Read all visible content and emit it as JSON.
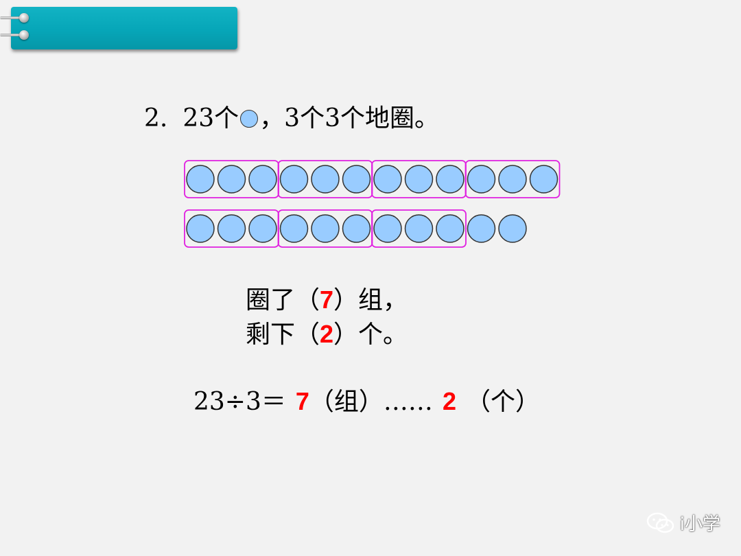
{
  "question": {
    "number": "2.",
    "text_before_icon": "23个",
    "text_after_icon": "，3个3个地圈。"
  },
  "diagram": {
    "total_circles": 23,
    "group_size": 3,
    "rows": [
      {
        "circles": 12,
        "groups": 4
      },
      {
        "circles": 11,
        "groups": 3
      }
    ],
    "colors": {
      "circle_fill": "#99ccff",
      "circle_stroke": "#333333",
      "group_border": "#e020e0"
    }
  },
  "answers": {
    "line1_prefix": "圈了（",
    "line1_value": "7",
    "line1_suffix": "）组，",
    "line2_prefix": "剩下（",
    "line2_value": "2",
    "line2_suffix": "）个。"
  },
  "equation": {
    "lhs": "23÷3＝",
    "quotient": "7",
    "unit1": "（组）……",
    "remainder": "2",
    "unit2": "（个）"
  },
  "watermark": {
    "icon": "wechat-icon",
    "text": "i小学"
  },
  "colors": {
    "tab": "#06a6b8",
    "answer": "#ff0000",
    "background": "#f2f2f2"
  }
}
